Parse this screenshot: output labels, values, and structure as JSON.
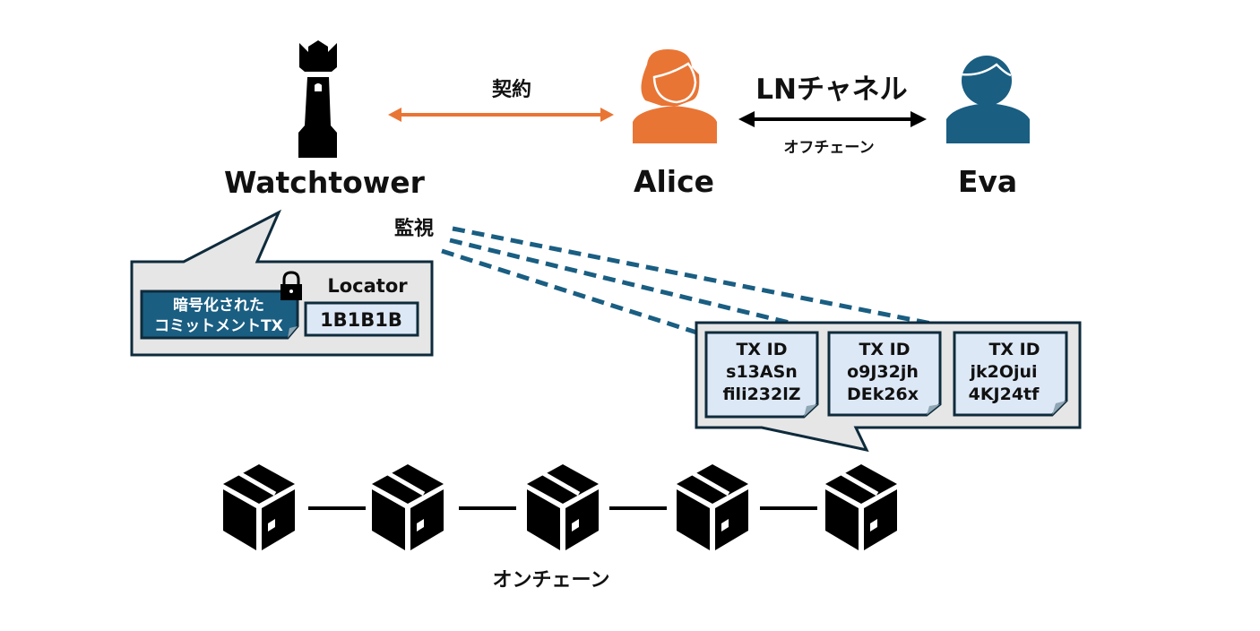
{
  "colors": {
    "orange": "#e97535",
    "navy": "#1a5e82",
    "dark_border": "#0e2b3c",
    "panel_gray": "#e6e6e6",
    "light_blue": "#dde8f6",
    "black": "#000000"
  },
  "actors": {
    "watchtower": {
      "label": "Watchtower",
      "icon": "tower-icon"
    },
    "alice": {
      "label": "Alice",
      "icon": "female-user-icon"
    },
    "eva": {
      "label": "Eva",
      "icon": "male-user-icon"
    }
  },
  "links": {
    "contract": {
      "label": "契約"
    },
    "channel": {
      "label": "LNチャネル",
      "sublabel": "オフチェーン"
    },
    "monitor": {
      "label": "監視"
    }
  },
  "watchtower_store": {
    "encrypted_tx": {
      "line1": "暗号化された",
      "line2": "コミットメントTX",
      "icon": "lock-icon"
    },
    "locator": {
      "label": "Locator",
      "value": "1B1B1B"
    }
  },
  "transactions": [
    {
      "label": "TX ID",
      "line1": "s13ASn",
      "line2": "fili232lZ"
    },
    {
      "label": "TX ID",
      "line1": "o9J32jh",
      "line2": "DEk26x"
    },
    {
      "label": "TX ID",
      "line1": "jk2Ojui",
      "line2": "4KJ24tf"
    }
  ],
  "chain": {
    "label": "オンチェーン",
    "block_count": 5,
    "block_icon": "package-box-icon"
  }
}
